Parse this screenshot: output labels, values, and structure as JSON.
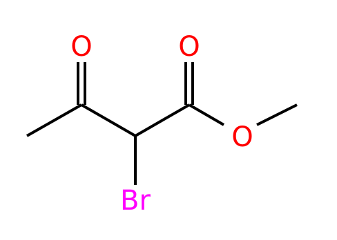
{
  "molecule": {
    "atoms": [
      {
        "id": "o_ketone",
        "label": "O",
        "color": "#ff0000"
      },
      {
        "id": "o_carbonyl",
        "label": "O",
        "color": "#ff0000"
      },
      {
        "id": "o_ester",
        "label": "O",
        "color": "#ff0000"
      },
      {
        "id": "br",
        "label": "Br",
        "color": "#ff00ff"
      }
    ],
    "bond_color": "#000000"
  }
}
